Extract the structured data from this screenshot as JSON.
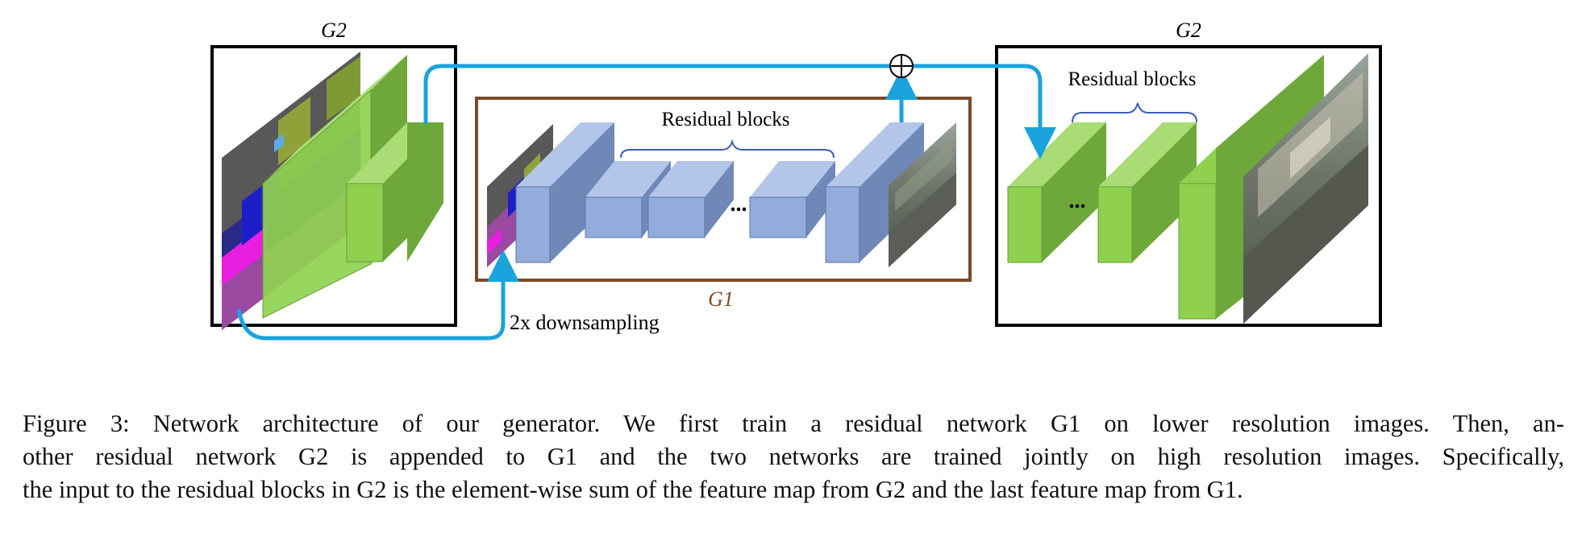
{
  "diagram": {
    "g2_left_label": "G2",
    "g2_right_label": "G2",
    "g1_label": "G1",
    "g1_residual_label": "Residual blocks",
    "g2_residual_label": "Residual blocks",
    "downsample_label": "2x downsampling",
    "ellipsis_g1": "...",
    "ellipsis_g2": "...",
    "sum_symbol": "⊕",
    "colors": {
      "green_front": "#8fd14f",
      "green_side": "#6fa83a",
      "green_top": "#a9dc74",
      "blue_front": "#93acdc",
      "blue_side": "#6f88b8",
      "blue_top": "#b3c6ea",
      "arrow": "#1aa3dc",
      "g1_frame": "#7b4a24",
      "g2_frame": "#000000",
      "brace": "#3a5fb4"
    }
  },
  "caption": {
    "line1": "Figure 3: Network architecture of our generator. We first train a residual network G1 on lower resolution images. Then, an-",
    "line2": "other residual network G2 is appended to G1 and the two networks are trained jointly on high resolution images. Specifically,",
    "line3": "the input to the residual blocks in G2 is the element-wise sum of the feature map from G2 and the last feature map from G1."
  }
}
